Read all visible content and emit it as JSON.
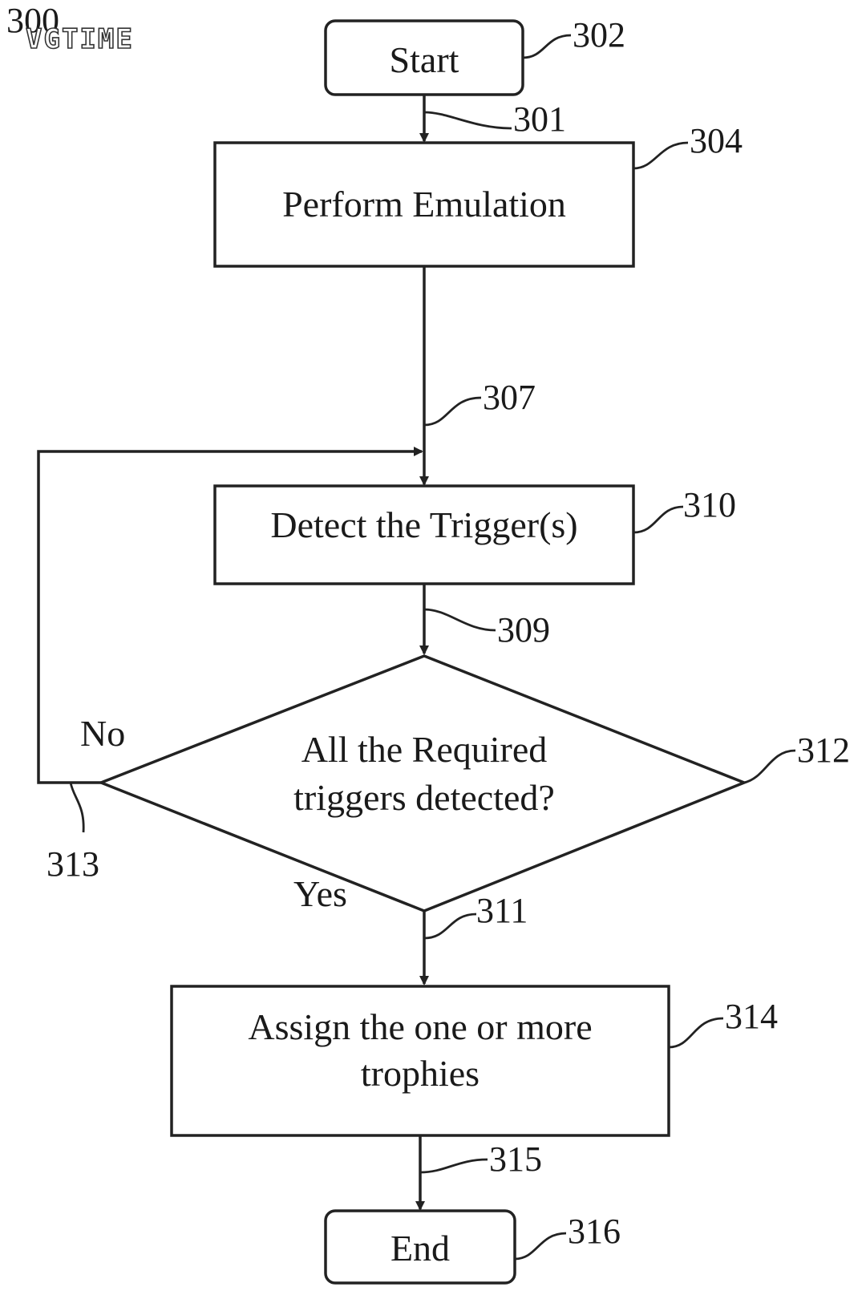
{
  "figure": {
    "number": "300",
    "watermark": "VGTIME"
  },
  "nodes": {
    "start": {
      "label": "Start",
      "ref": "302"
    },
    "emulation": {
      "label": "Perform Emulation",
      "ref": "304"
    },
    "detect": {
      "label": "Detect the Trigger(s)",
      "ref": "310"
    },
    "decision": {
      "line1": "All the Required",
      "line2": "triggers detected?",
      "ref": "312"
    },
    "assign": {
      "line1": "Assign the one or more",
      "line2": "trophies",
      "ref": "314"
    },
    "end": {
      "label": "End",
      "ref": "316"
    }
  },
  "connectors": {
    "start_to_emulation": "301",
    "emulation_to_detect": "307",
    "detect_to_decision": "309",
    "decision_yes": "311",
    "decision_no": "313",
    "assign_to_end": "315"
  },
  "branch_labels": {
    "no": "No",
    "yes": "Yes"
  }
}
